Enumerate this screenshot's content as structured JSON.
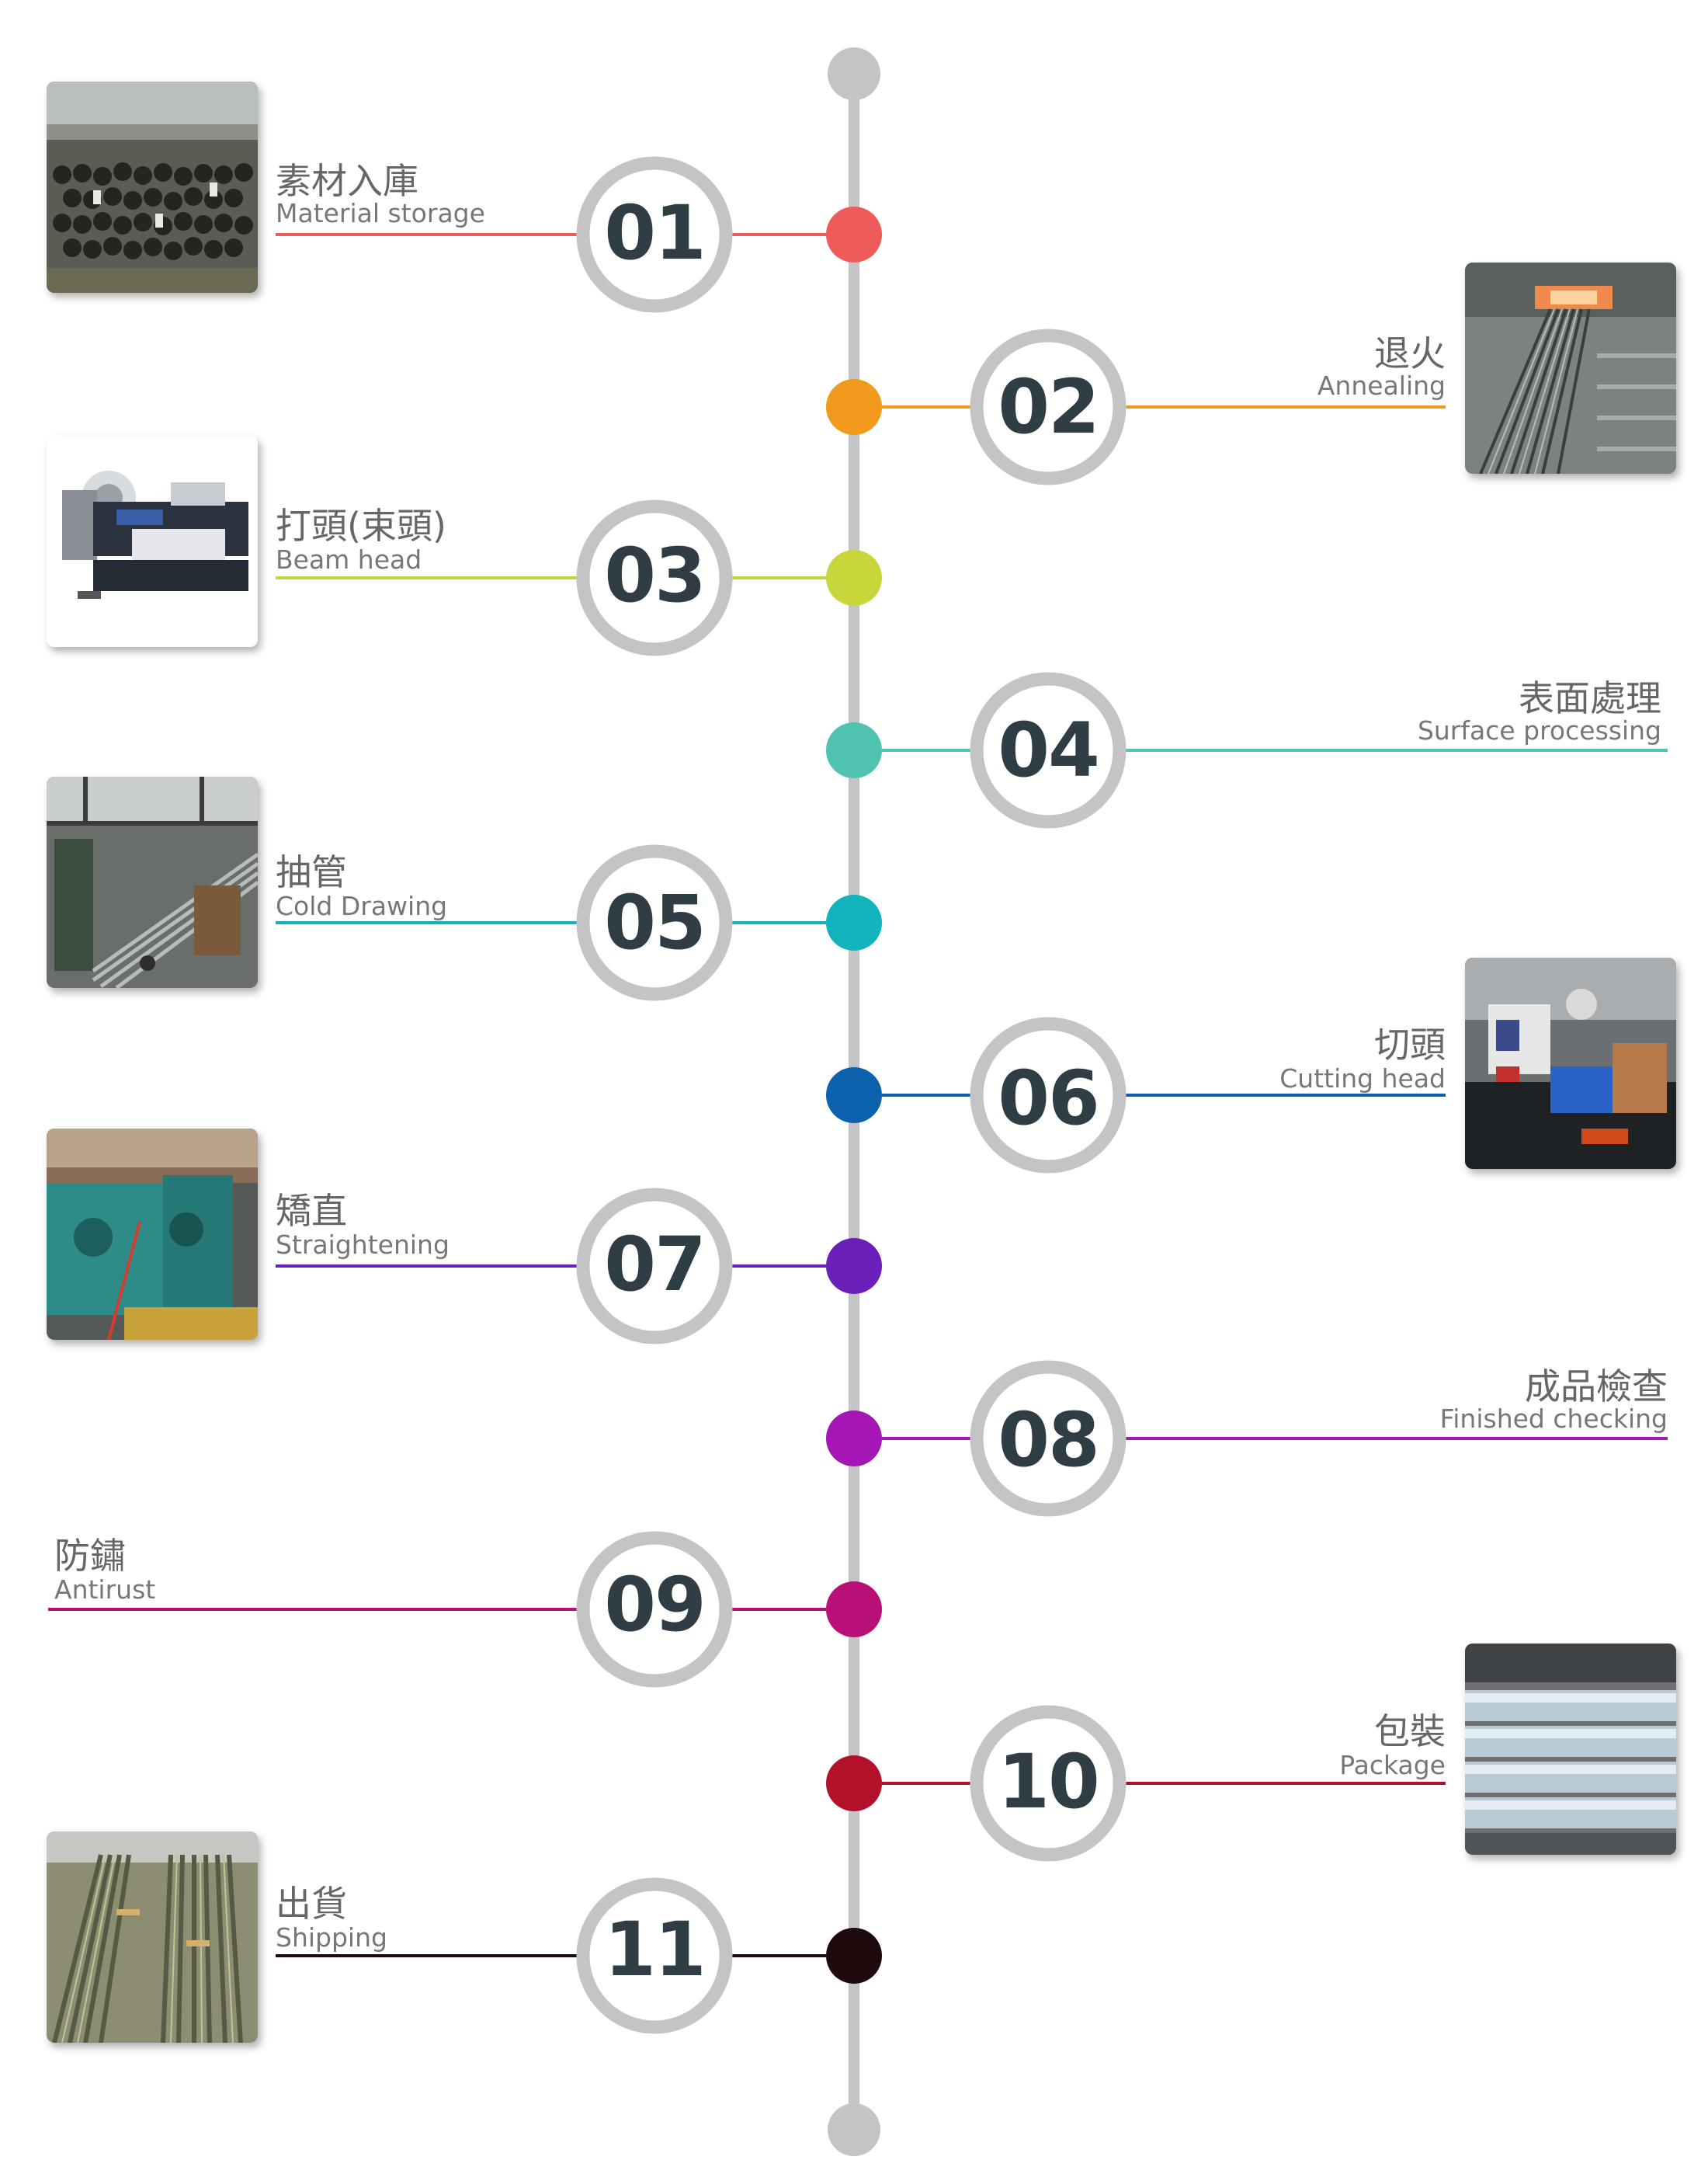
{
  "timeline": {
    "spine_color": "#c4c4c6",
    "steps": [
      {
        "number": "01",
        "zh": "素材入庫",
        "en": "Material storage",
        "color": "#ef5a5a",
        "icon": "warehouse-pipes-photo"
      },
      {
        "number": "02",
        "zh": "退火",
        "en": "Annealing",
        "color": "#f29a1e",
        "icon": "annealing-furnace-photo"
      },
      {
        "number": "03",
        "zh": "打頭(束頭)",
        "en": "Beam head",
        "color": "#c8d63c",
        "icon": "beam-head-machine-photo"
      },
      {
        "number": "04",
        "zh": "表面處理",
        "en": "Surface processing",
        "color": "#4fc3b0",
        "icon": ""
      },
      {
        "number": "05",
        "zh": "抽管",
        "en": "Cold Drawing",
        "color": "#11b3bd",
        "icon": "cold-drawing-photo"
      },
      {
        "number": "06",
        "zh": "切頭",
        "en": "Cutting head",
        "color": "#0d62ad",
        "icon": "cutting-head-photo"
      },
      {
        "number": "07",
        "zh": "矯直",
        "en": "Straightening",
        "color": "#6a1fb8",
        "icon": "straightening-machine-photo"
      },
      {
        "number": "08",
        "zh": "成品檢查",
        "en": "Finished checking",
        "color": "#a417b5",
        "icon": ""
      },
      {
        "number": "09",
        "zh": "防鏽",
        "en": "Antirust",
        "color": "#b81077",
        "icon": ""
      },
      {
        "number": "10",
        "zh": "包裝",
        "en": "Package",
        "color": "#b3102a",
        "icon": "package-photo"
      },
      {
        "number": "11",
        "zh": "出貨",
        "en": "Shipping",
        "color": "#1e0a0c",
        "icon": "shipping-pipes-photo"
      }
    ]
  }
}
